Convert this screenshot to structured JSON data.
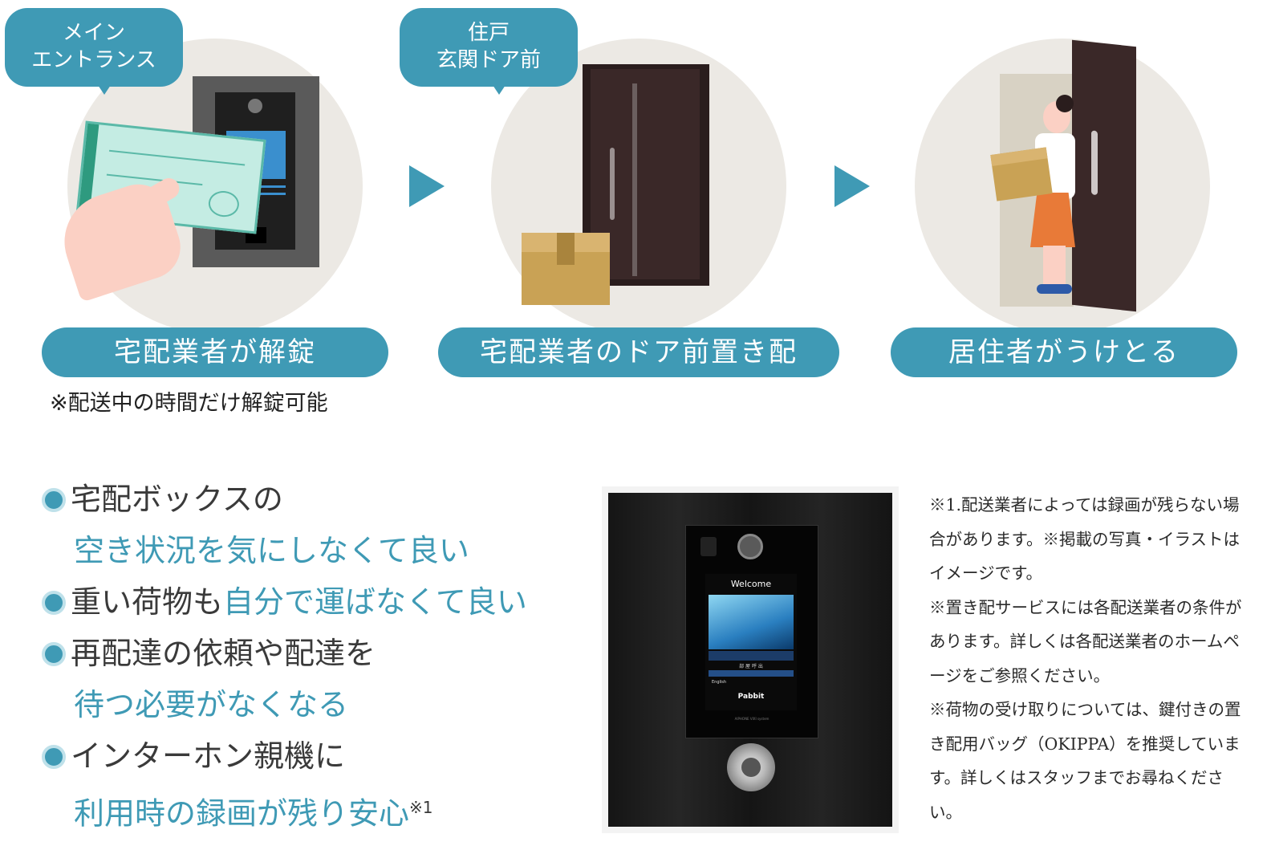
{
  "steps": [
    {
      "bubble": [
        "メイン",
        "エントランス"
      ],
      "label": "宅配業者が解錠"
    },
    {
      "bubble": [
        "住戸",
        "玄関ドア前"
      ],
      "label": "宅配業者のドア前置き配"
    },
    {
      "bubble": [],
      "label": "居住者がうけとる"
    }
  ],
  "step_note": "※配送中の時間だけ解錠可能",
  "benefits": {
    "b1_line1": "宅配ボックスの",
    "b1_line2": "空き状況を気にしなくて良い",
    "b2_part1": "重い荷物も",
    "b2_part2": "自分で運ばなくて良い",
    "b3_line1": "再配達の依頼や配達を",
    "b3_line2": "待つ必要がなくなる",
    "b4_line1": "インターホン親機に",
    "b4_line2": "利用時の録画が残り安心",
    "b4_sup": "※1"
  },
  "panel": {
    "screen_title": "Welcome",
    "screen_sub": "部 屋 呼 出",
    "screen_lang": "English",
    "screen_brand": "Pabbit",
    "maker": "AIPHONE VIXI system"
  },
  "notes": [
    "※1.配送業者によっては録画が残らない場合があります。※掲載の写真・イラストはイメージです。",
    "※置き配サービスには各配送業者の条件があります。詳しくは各配送業者のホームページをご参照ください。",
    "※荷物の受け取りについては、鍵付きの置き配用バッグ（OKIPPA）を推奨しています。詳しくはスタッフまでお尋ねください。"
  ],
  "colors": {
    "accent": "#3f9ab5",
    "circle": "#ece9e4",
    "text": "#3a3a3a"
  }
}
